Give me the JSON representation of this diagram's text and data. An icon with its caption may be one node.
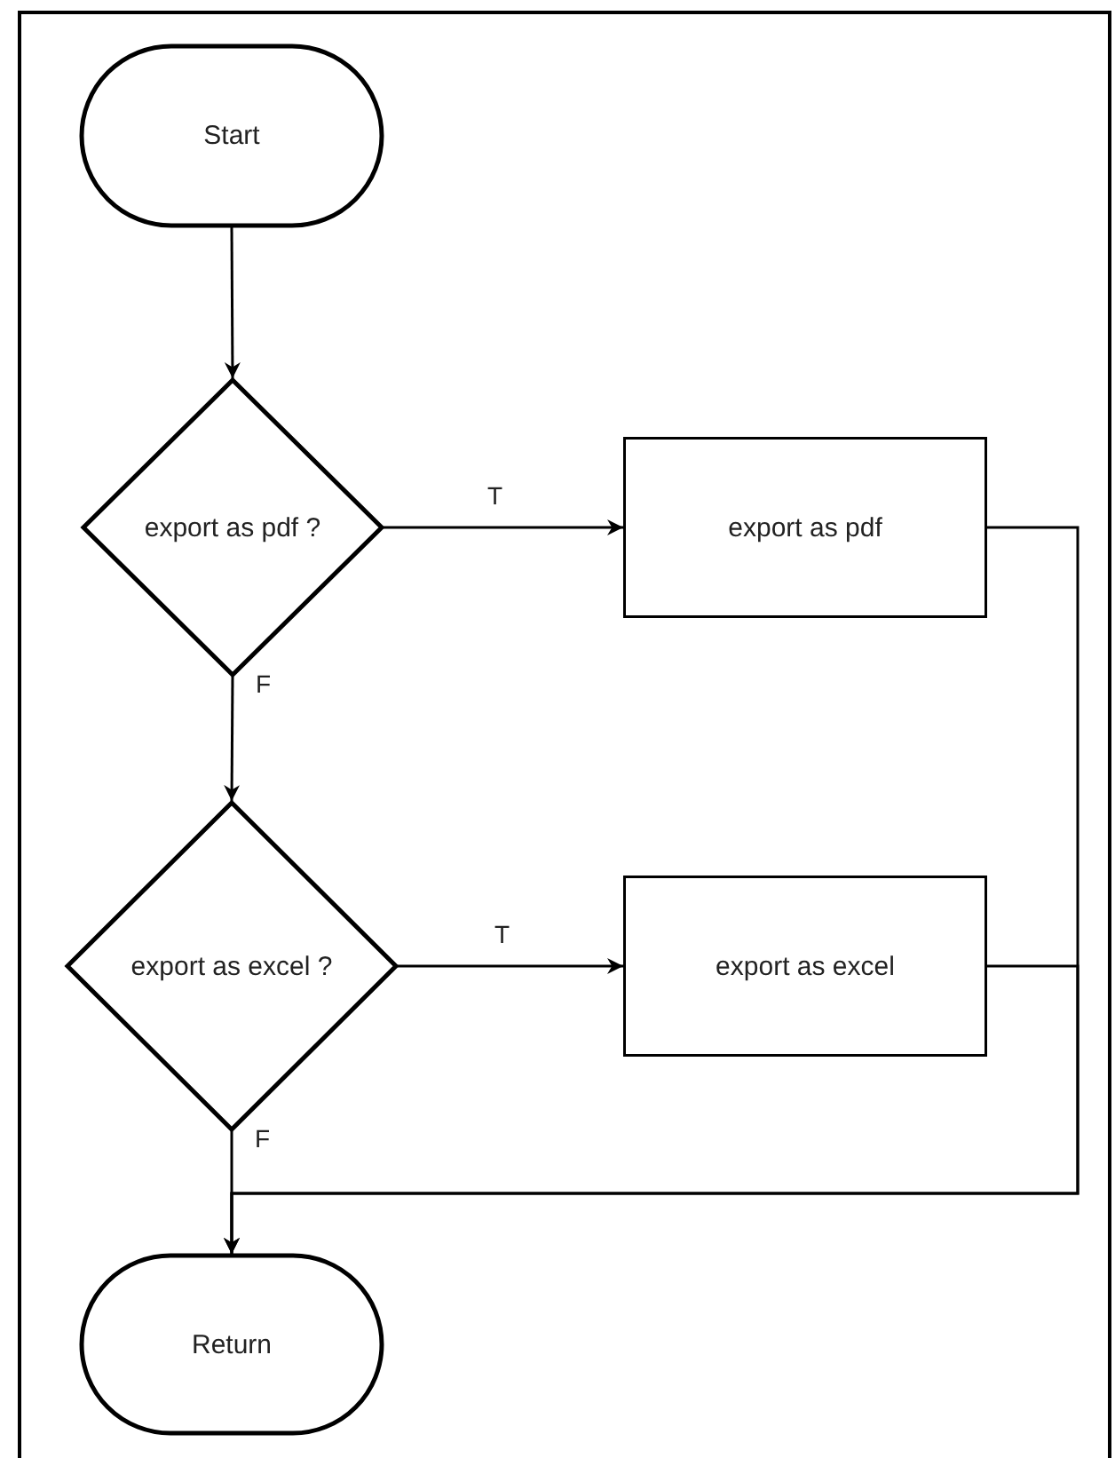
{
  "diagram": {
    "nodes": [
      {
        "text": [
          "Start"
        ]
      },
      {
        "text": [
          "export as pdf ?"
        ]
      },
      {
        "text": [
          "export as pdf"
        ]
      },
      {
        "text": [
          "export as excel ?"
        ]
      },
      {
        "text": [
          "export as excel"
        ]
      },
      {
        "text": [
          "Return"
        ]
      }
    ],
    "edges": [
      {
        "from": 0,
        "to": 1,
        "arrow": "to"
      },
      {
        "from": 1,
        "to": 2,
        "arrow": "to",
        "label": "T"
      },
      {
        "from": 1,
        "to": 3,
        "arrow": "to",
        "label": "F"
      },
      {
        "from": 3,
        "to": 4,
        "arrow": "to",
        "label": "T"
      },
      {
        "from": 3,
        "to": 5,
        "arrow": "to",
        "label": "F"
      },
      {
        "from": 2,
        "to": 5,
        "arrow": "to"
      },
      {
        "from": 4,
        "to": 5,
        "arrow": "to"
      }
    ]
  }
}
